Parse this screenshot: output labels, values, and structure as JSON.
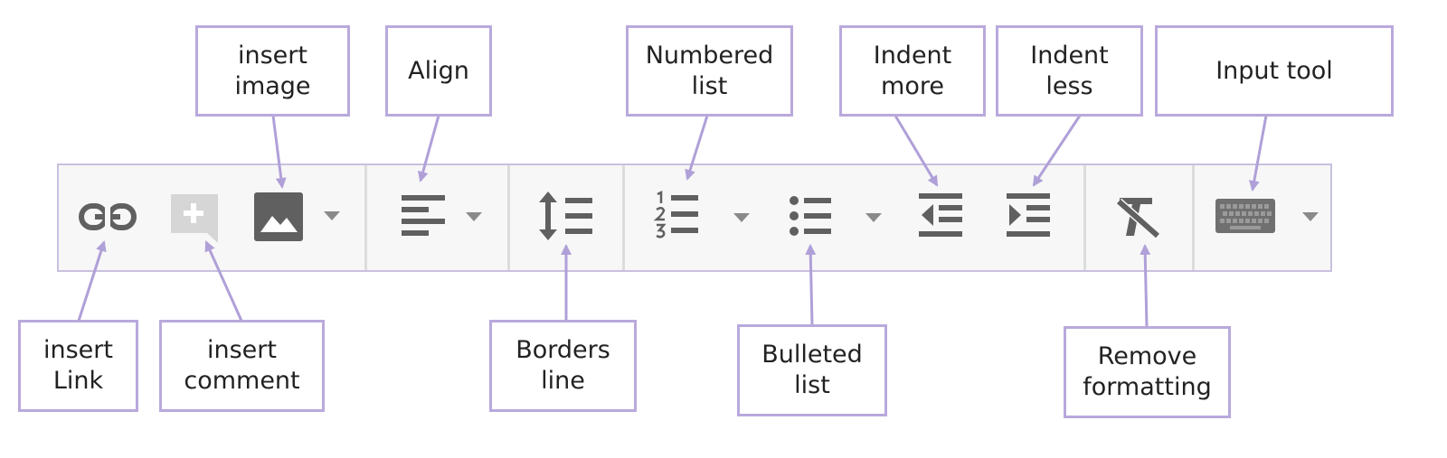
{
  "colors": {
    "toolbar_bg": "#f7f7f7",
    "toolbar_border": "#c9c0de",
    "icon": "#606060",
    "icon_disabled": "#d6d6d6",
    "callout_border": "#b9a9dc",
    "arrow": "#b0a0d8"
  },
  "toolbar": {
    "icons": {
      "link": "link-icon",
      "comment": "add-comment-icon",
      "image": "image-icon",
      "align": "align-left-icon",
      "line_spacing": "line-spacing-icon",
      "numbered_list": "numbered-list-icon",
      "bulleted_list": "bulleted-list-icon",
      "indent_decrease": "indent-decrease-icon",
      "indent_increase": "indent-increase-icon",
      "clear_formatting": "clear-formatting-icon",
      "keyboard": "keyboard-icon"
    }
  },
  "callouts": {
    "insert_image": "insert\nimage",
    "align": "Align",
    "numbered_list": "Numbered\nlist",
    "indent_more": "Indent\nmore",
    "indent_less": "Indent\nless",
    "input_tool": "Input tool",
    "insert_link": "insert\nLink",
    "insert_comment": "insert\ncomment",
    "borders_line": "Borders\nline",
    "bulleted_list": "Bulleted\nlist",
    "remove_formatting": "Remove\nformatting"
  }
}
